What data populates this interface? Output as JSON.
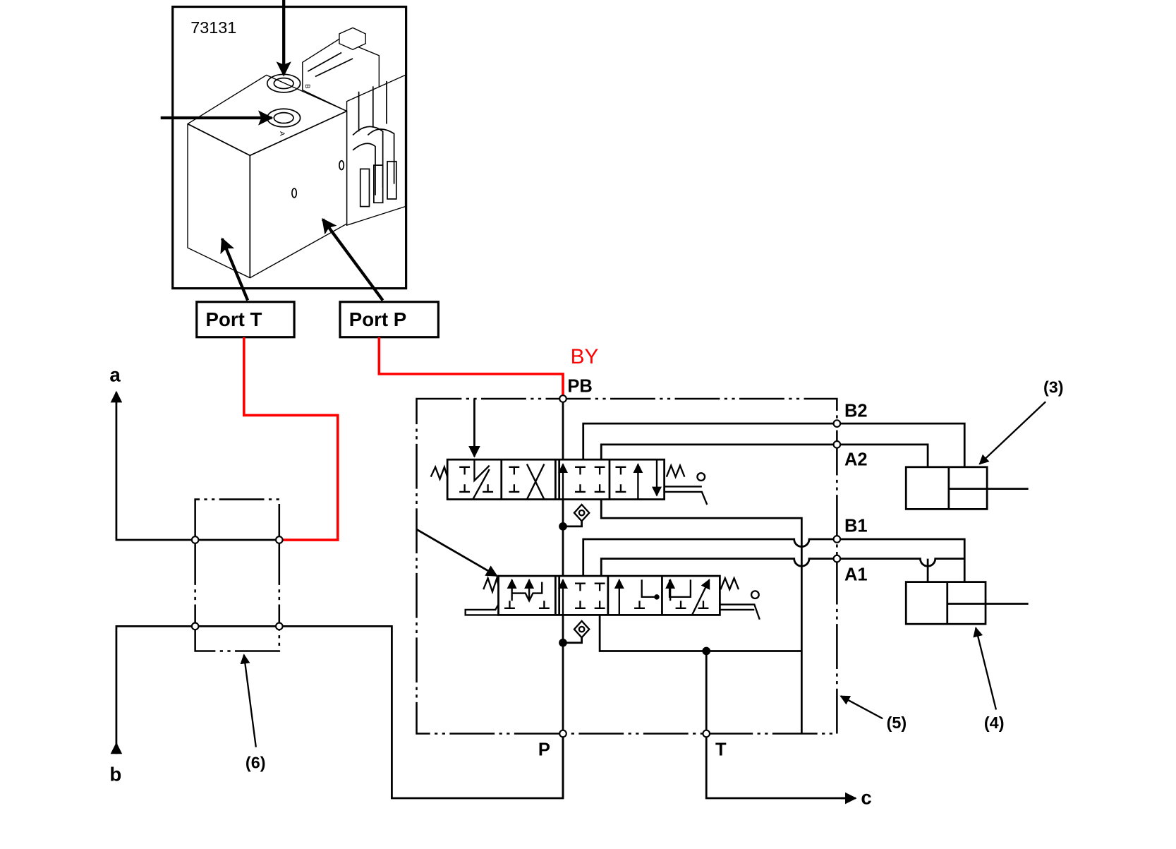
{
  "figure": {
    "part_number": "73131",
    "colors": {
      "line": "#000000",
      "highlight": "#ff0000",
      "background": "#ffffff"
    }
  },
  "callouts": {
    "port_t": "Port T",
    "port_p": "Port P",
    "added_line_label": "BY"
  },
  "valve_body": {
    "port_markings": [
      "B",
      "A"
    ]
  },
  "schematic": {
    "ports": {
      "pb": "PB",
      "b2": "B2",
      "a2": "A2",
      "b1": "B1",
      "a1": "A1",
      "p": "P",
      "t": "T"
    },
    "flow_labels": {
      "a": "a",
      "b": "b",
      "c": "c"
    },
    "component_refs": {
      "cyl_upper": "(3)",
      "cyl_lower": "(4)",
      "control_valve": "(5)",
      "selector_block": "(6)"
    }
  }
}
